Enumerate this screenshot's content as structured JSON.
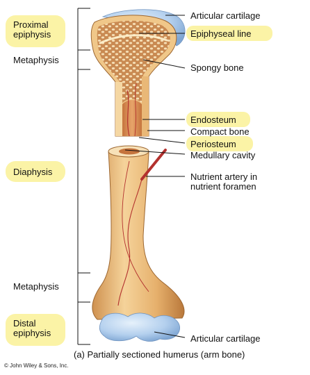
{
  "colors": {
    "bone_light": "#f0c789",
    "bone_mid": "#e0a55f",
    "bone_dark": "#b9783b",
    "spongy": "#c98a52",
    "spongy_hole": "#f6dfb6",
    "marrow": "#d68a55",
    "cartilage": "#a9c9ea",
    "artery": "#b3312e",
    "highlight": "#fbf3a6",
    "line": "#111111"
  },
  "left_labels": {
    "proximal_epiphysis": [
      "Proximal",
      "epiphysis"
    ],
    "metaphysis_top": "Metaphysis",
    "diaphysis": "Diaphysis",
    "metaphysis_bottom": "Metaphysis",
    "distal_epiphysis": [
      "Distal",
      "epiphysis"
    ]
  },
  "right_labels": {
    "articular_cartilage_top": "Articular cartilage",
    "epiphyseal_line": "Epiphyseal line",
    "spongy_bone": "Spongy bone",
    "endosteum": "Endosteum",
    "compact_bone": "Compact bone",
    "periosteum": "Periosteum",
    "medullary_cavity": "Medullary cavity",
    "nutrient_artery": [
      "Nutrient artery in",
      "nutrient foramen"
    ],
    "articular_cartilage_bottom": "Articular cartilage"
  },
  "caption": "(a) Partially sectioned humerus (arm bone)",
  "copyright": "© John Wiley & Sons, Inc."
}
